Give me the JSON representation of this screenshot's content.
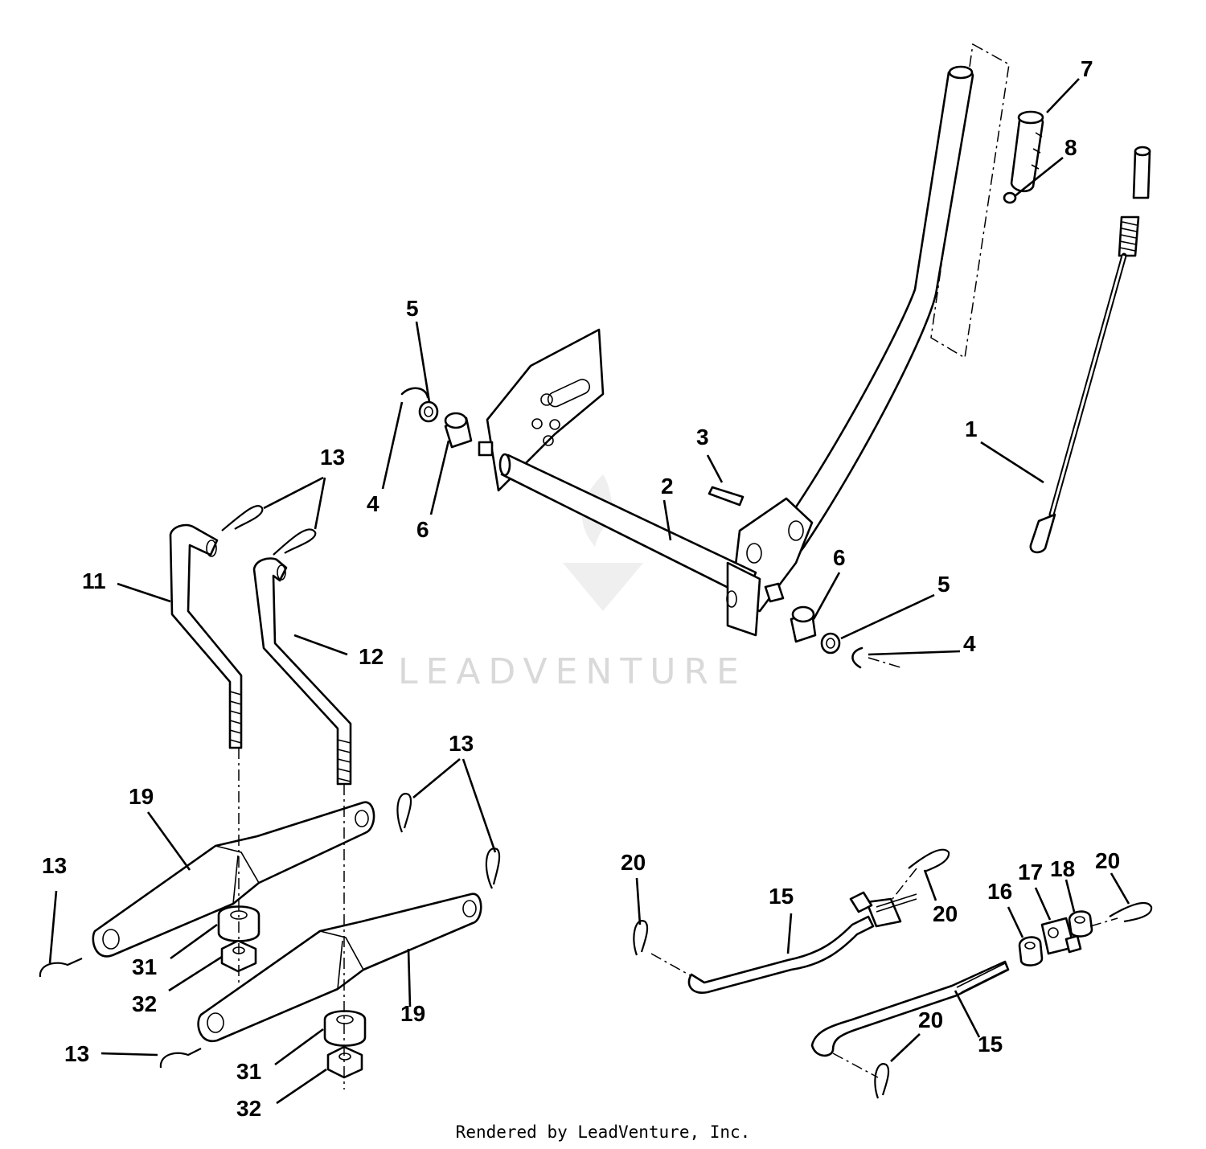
{
  "watermark": {
    "text": "LEADVENTURE"
  },
  "footer": {
    "credit": "Rendered by LeadVenture, Inc."
  },
  "callouts": [
    "1",
    "2",
    "3",
    "4",
    "5",
    "6",
    "7",
    "8",
    "11",
    "12",
    "13",
    "15",
    "16",
    "17",
    "18",
    "19",
    "20",
    "31",
    "32"
  ],
  "colors": {
    "line": "#000000",
    "background": "#ffffff",
    "watermark": "#d9d9d9"
  }
}
